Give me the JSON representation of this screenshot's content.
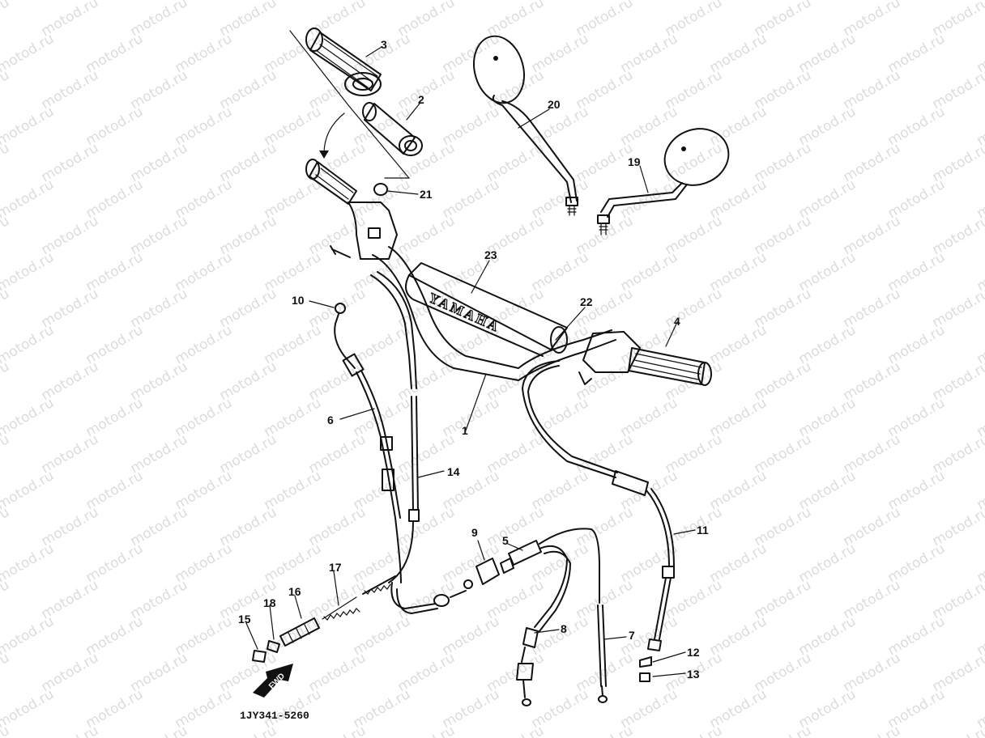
{
  "watermark": "motod.ru",
  "diagram_code": "1JY341-5260",
  "brand_label": "YAMAHA",
  "fwd_label": "FWD",
  "callouts": [
    {
      "id": "1",
      "text": "1"
    },
    {
      "id": "2",
      "text": "2"
    },
    {
      "id": "3",
      "text": "3"
    },
    {
      "id": "4",
      "text": "4"
    },
    {
      "id": "5",
      "text": "5"
    },
    {
      "id": "6",
      "text": "6"
    },
    {
      "id": "7",
      "text": "7"
    },
    {
      "id": "8",
      "text": "8"
    },
    {
      "id": "9",
      "text": "9"
    },
    {
      "id": "10",
      "text": "10"
    },
    {
      "id": "11",
      "text": "11"
    },
    {
      "id": "12",
      "text": "12"
    },
    {
      "id": "13",
      "text": "13"
    },
    {
      "id": "14",
      "text": "14"
    },
    {
      "id": "15",
      "text": "15"
    },
    {
      "id": "16",
      "text": "16"
    },
    {
      "id": "17",
      "text": "17"
    },
    {
      "id": "18",
      "text": "18"
    },
    {
      "id": "19",
      "text": "19"
    },
    {
      "id": "20",
      "text": "20"
    },
    {
      "id": "21",
      "text": "21"
    },
    {
      "id": "22",
      "text": "22"
    },
    {
      "id": "23",
      "text": "23"
    }
  ]
}
